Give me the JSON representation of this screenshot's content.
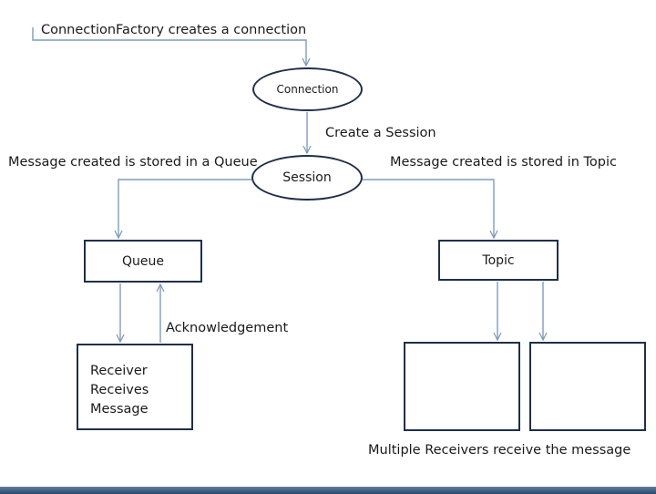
{
  "labels": {
    "connectionfactory": "ConnectionFactory creates a connection",
    "create_session": "Create a Session",
    "queue_stored": "Message created is stored in a Queue",
    "topic_stored": "Message created is stored in Topic",
    "acknowledgement": "Acknowledgement",
    "multiple_receivers": "Multiple Receivers receive the message"
  },
  "nodes": {
    "connection": "Connection",
    "session": "Session",
    "queue": "Queue",
    "topic": "Topic",
    "receiver_lines": [
      "Receiver",
      "Receives",
      "Message"
    ]
  },
  "colors": {
    "arrow": "#7d9cc0",
    "border": "#1f2f4a",
    "bottom_bar": "#3b5877"
  }
}
